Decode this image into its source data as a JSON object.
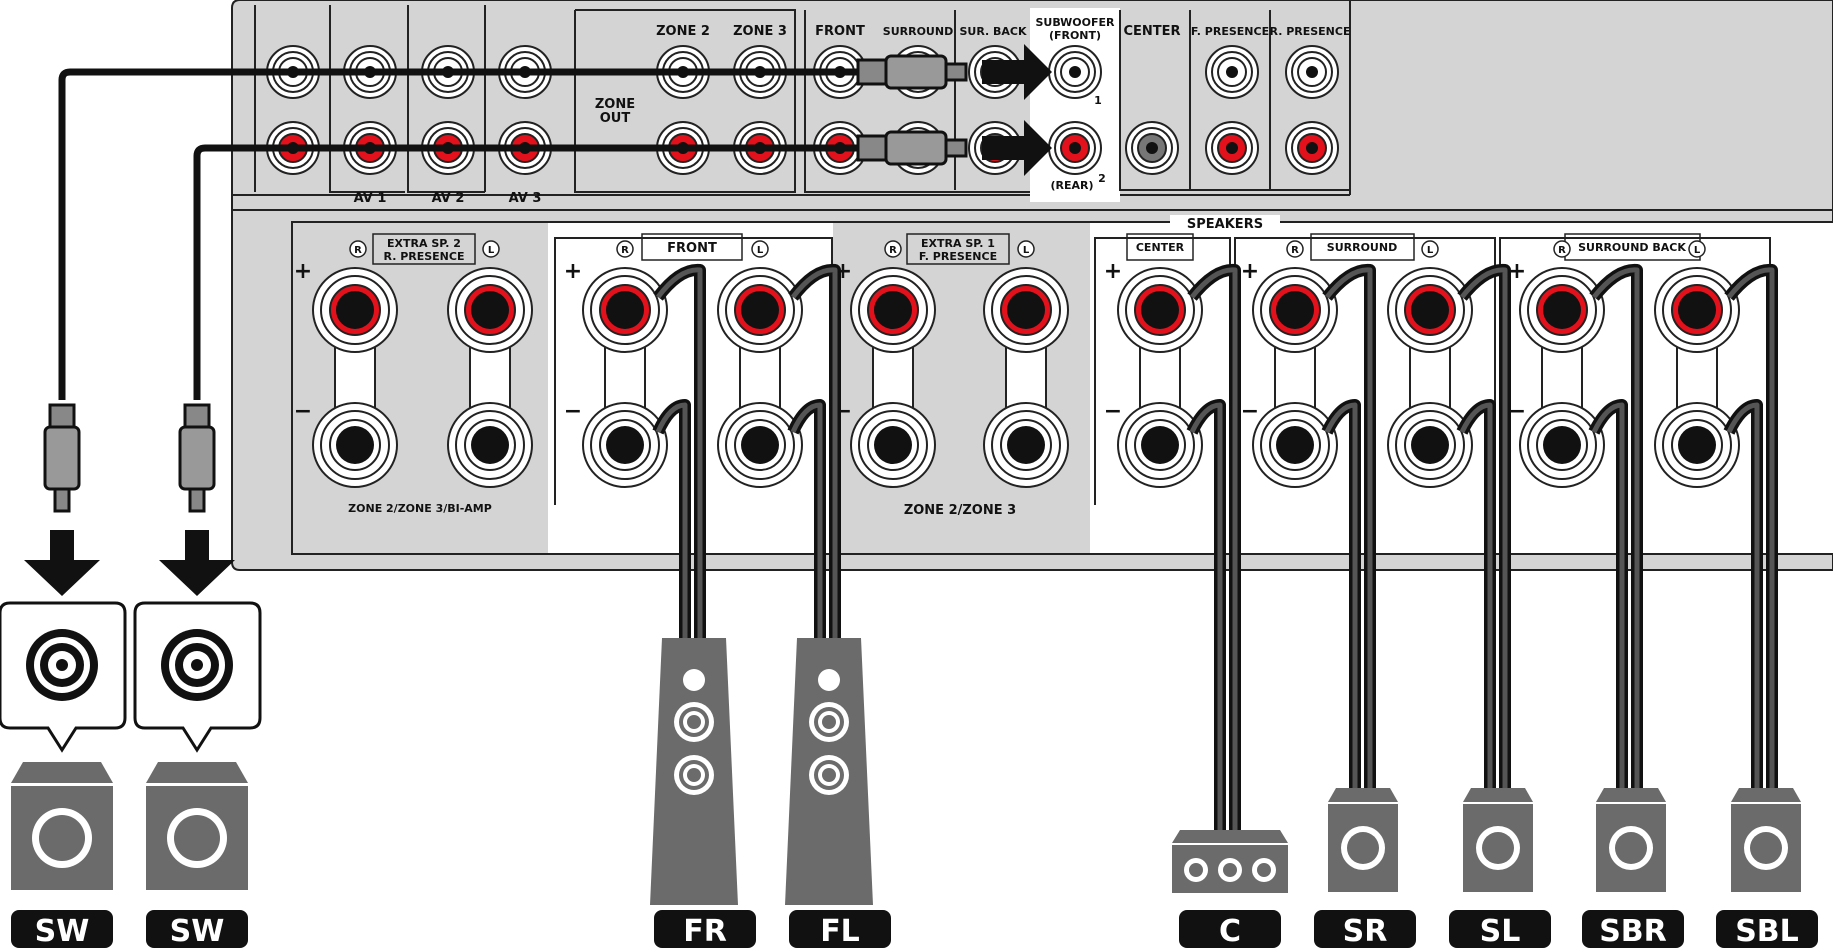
{
  "receiver": {
    "preout": {
      "zone2": "ZONE 2",
      "zone3": "ZONE 3",
      "zone_out_1": "ZONE",
      "zone_out_2": "OUT",
      "front": "FRONT",
      "surround": "SURROUND",
      "sur_back": "SUR. BACK",
      "subwoofer_1": "SUBWOOFER",
      "subwoofer_2": "(FRONT)",
      "sub_num_1": "1",
      "sub_rear": "(REAR)",
      "sub_num_2": "2",
      "center": "CENTER",
      "f_presence": "F. PRESENCE",
      "r_presence": "R. PRESENCE",
      "av1": "AV 1",
      "av2": "AV 2",
      "av3": "AV 3"
    },
    "speakers": {
      "title": "SPEAKERS",
      "extra2_line1": "EXTRA SP. 2",
      "extra2_line2": "R. PRESENCE",
      "extra2_footer": "ZONE 2/ZONE 3/BI-AMP",
      "front": "FRONT",
      "extra1_line1": "EXTRA SP. 1",
      "extra1_line2": "F. PRESENCE",
      "extra1_footer": "ZONE 2/ZONE 3",
      "center": "CENTER",
      "surround": "SURROUND",
      "surround_back": "SURROUND BACK",
      "right": "R",
      "left": "L",
      "plus": "+",
      "minus": "−"
    }
  },
  "speaker_tags": [
    "SW",
    "SW",
    "FR",
    "FL",
    "C",
    "SR",
    "SL",
    "SBR",
    "SBL"
  ],
  "colors": {
    "panel": "#d4d4d4",
    "panel_white": "#ffffff",
    "terminal_red": "#e3111b",
    "speaker_grey": "#6b6b6b",
    "tag_black": "#111111"
  }
}
